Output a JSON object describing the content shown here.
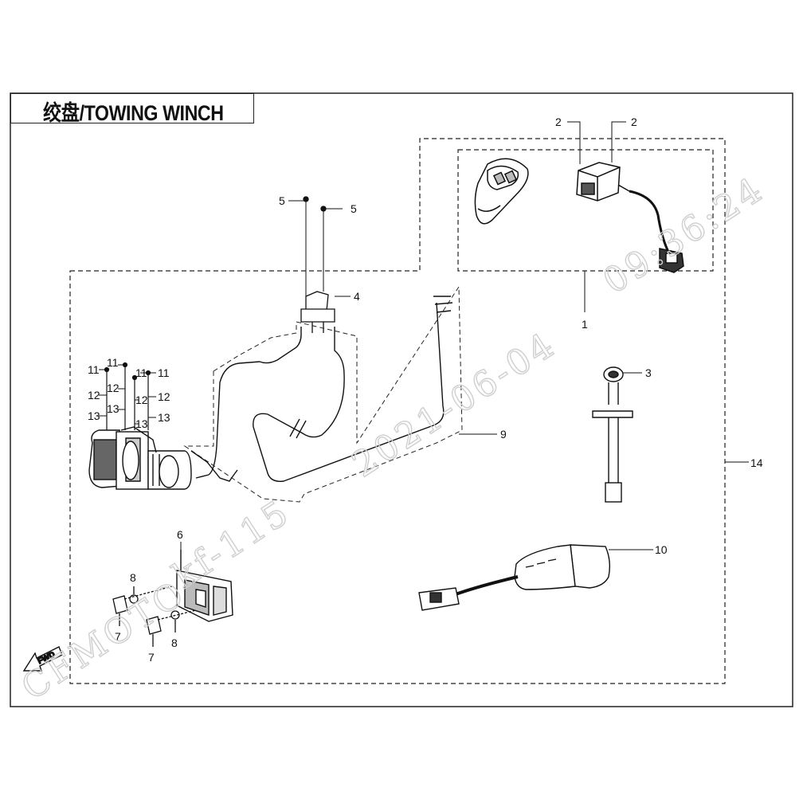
{
  "title": "绞盘/TOWING WINCH",
  "watermark": {
    "brand": "CFMOTO",
    "user": "kf-115",
    "date": "2021-06-04",
    "time": "09:36:24"
  },
  "fwd_label": "FWD",
  "callouts": {
    "c1": "1",
    "c2a": "2",
    "c2b": "2",
    "c3": "3",
    "c4": "4",
    "c5a": "5",
    "c5b": "5",
    "c6": "6",
    "c7a": "7",
    "c7b": "7",
    "c8a": "8",
    "c8b": "8",
    "c9": "9",
    "c10": "10",
    "c11a": "11",
    "c11b": "11",
    "c11c": "11",
    "c11d": "11",
    "c12a": "12",
    "c12b": "12",
    "c12c": "12",
    "c12d": "12",
    "c13a": "13",
    "c13b": "13",
    "c13c": "13",
    "c13d": "13",
    "c14": "14"
  },
  "colors": {
    "line": "#111111",
    "watermark": "#cfcfcf"
  }
}
